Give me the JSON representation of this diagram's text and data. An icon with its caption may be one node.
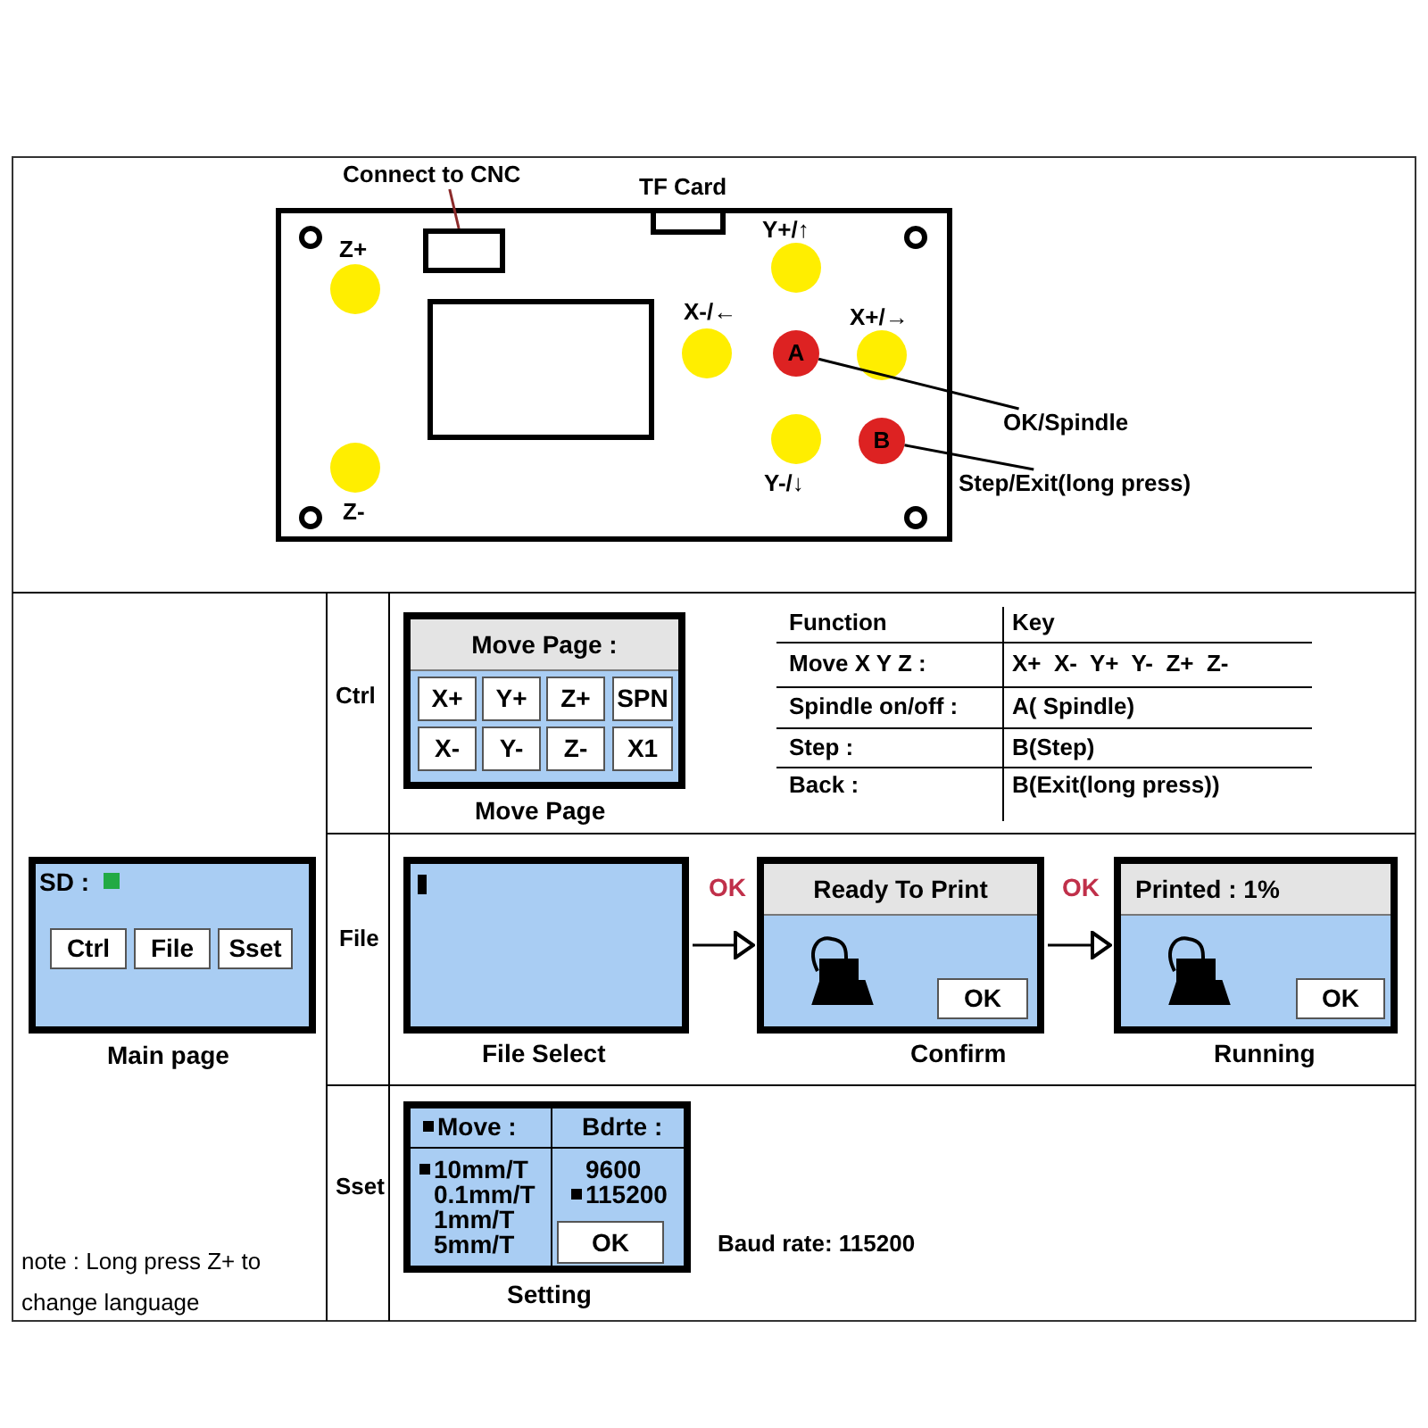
{
  "diagram": {
    "nodes": [
      {
        "text": [
          "Connect to CNC"
        ]
      },
      {
        "text": [],
        "shape": "box"
      },
      {
        "text": [
          "A"
        ]
      },
      {
        "text": [
          "B"
        ]
      },
      {
        "text": [
          "OK/Spindle"
        ]
      },
      {
        "text": [
          "Step/Exit(long press)"
        ]
      },
      {
        "text": [
          "SD :"
        ],
        "beside": [
          "Main page"
        ]
      },
      {
        "text": [
          "Ctrl"
        ],
        "in": 6
      },
      {
        "text": [
          "File"
        ],
        "in": 6
      },
      {
        "text": [
          "Sset"
        ],
        "in": 6
      },
      {
        "text": [
          "Move Page :"
        ],
        "beside": [
          "Move Page"
        ]
      },
      {
        "text": [
          "X+"
        ],
        "in": 10
      },
      {
        "text": [
          "Y+"
        ],
        "in": 10
      },
      {
        "text": [
          "Z+"
        ],
        "in": 10
      },
      {
        "text": [
          "SPN"
        ],
        "in": 10
      },
      {
        "text": [
          "X-"
        ],
        "in": 10
      },
      {
        "text": [
          "Y-"
        ],
        "in": 10
      },
      {
        "text": [
          "Z-"
        ],
        "in": 10
      },
      {
        "text": [
          "X1"
        ],
        "in": 10
      },
      {
        "text": [],
        "shape": "box",
        "beside": [
          "File Select"
        ]
      },
      {
        "text": [
          "Ready To Print"
        ],
        "beside": [
          "Confirm"
        ]
      },
      {
        "text": [
          "OK"
        ],
        "in": 20
      },
      {
        "text": [
          "Printed : 1%"
        ],
        "beside": [
          "Running"
        ]
      },
      {
        "text": [
          "OK"
        ],
        "in": 22
      },
      {
        "text": [
          "Move :",
          "Bdrte :",
          "10mm/T",
          "0.1mm/T",
          "1mm/T",
          "5mm/T",
          "9600",
          "115200"
        ],
        "beside": [
          "Setting"
        ]
      },
      {
        "text": [
          "OK"
        ],
        "in": 24
      }
    ],
    "edges": [
      {
        "from": 0,
        "to": 1,
        "arrow": "none",
        "color": "#8b2a2a"
      },
      {
        "from": 4,
        "to": 2,
        "arrow": "none"
      },
      {
        "from": 5,
        "to": 3,
        "arrow": "none"
      },
      {
        "from": 19,
        "to": 20,
        "arrow": "to",
        "label": "OK"
      },
      {
        "from": 20,
        "to": 22,
        "arrow": "to",
        "label": "OK"
      }
    ],
    "labels": [
      "TF Card",
      "Z+",
      "Y+/↑",
      "X-/←",
      "X+/→",
      "Y-/↓",
      "Z-",
      "Ctrl",
      "Function",
      "Key",
      "Move X Y Z :",
      "X+  X-  Y+  Y-  Z+  Z-",
      "Spindle on/off :",
      "A( Spindle)",
      "Step :",
      "B(Step)",
      "Back :",
      "B(Exit(long press))",
      "File",
      "Sset",
      "Baud rate: 115200",
      "note : Long press Z+ to change language"
    ]
  }
}
